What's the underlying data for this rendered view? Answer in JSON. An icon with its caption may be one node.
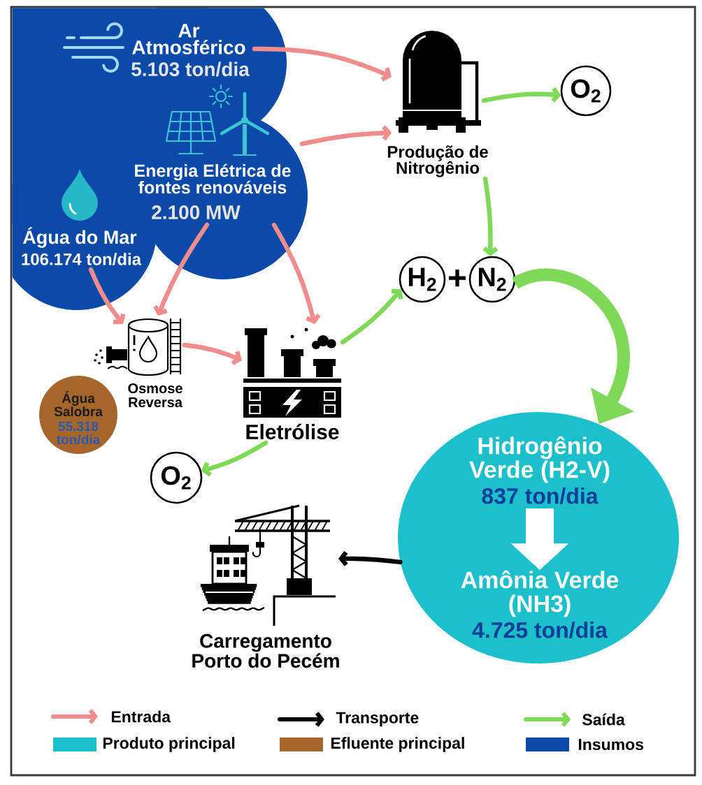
{
  "diagram": {
    "nodes": [
      {
        "text": [],
        "shape": "cloud"
      },
      {
        "text": [
          "Ar Atmosférico",
          "5.103 ton/dia"
        ],
        "in": 0
      },
      {
        "text": [
          "Energia Elétrica de fontes renováveis",
          "2.100 MW"
        ],
        "in": 0
      },
      {
        "text": [
          "Água do Mar",
          "106.174 ton/dia"
        ],
        "in": 0
      },
      {
        "text": [
          "Produção de Nitrogênio"
        ]
      },
      {
        "text": [
          "O$_{2}$"
        ]
      },
      {
        "text": [
          "H$_{2}$"
        ]
      },
      {
        "text": [
          "N$_{2}$"
        ]
      },
      {
        "text": [
          "Osmose Reversa"
        ]
      },
      {
        "text": [
          "Água Salobra",
          "55.318 ton/dia"
        ]
      },
      {
        "text": [
          "Eletrólise"
        ]
      },
      {
        "text": [
          "O$_{2}$"
        ]
      },
      {
        "text": [],
        "shape": "circle"
      },
      {
        "text": [
          "Hidrogênio Verde (H2-V)",
          "837 ton/dia"
        ],
        "in": 12
      },
      {
        "text": [
          "Amônia Verde (NH3)",
          "4.725 ton/dia"
        ],
        "in": 12
      },
      {
        "text": [
          "Carregamento Porto do Pecém"
        ]
      }
    ],
    "edges": [
      {
        "from": 1,
        "to": 4,
        "arrow": "to"
      },
      {
        "from": 2,
        "to": 4,
        "arrow": "to"
      },
      {
        "from": 2,
        "to": 8,
        "arrow": "to"
      },
      {
        "from": 2,
        "to": 10,
        "arrow": "to"
      },
      {
        "from": 3,
        "to": 8,
        "arrow": "to"
      },
      {
        "from": 8,
        "to": 10,
        "arrow": "to"
      },
      {
        "from": 4,
        "to": 5,
        "arrow": "to",
        "color": "#7ed957"
      },
      {
        "from": 4,
        "to": 7,
        "arrow": "to",
        "color": "#7ed957"
      },
      {
        "from": 10,
        "to": 6,
        "arrow": "to",
        "color": "#7ed957"
      },
      {
        "from": 10,
        "to": 11,
        "arrow": "to",
        "color": "#7ed957"
      },
      {
        "from": 7,
        "to": 12,
        "arrow": "to",
        "style": "thick",
        "color": "#7ed957"
      },
      {
        "from": 13,
        "to": 14,
        "arrow": "to",
        "style": "thick",
        "color": "#ffffff"
      },
      {
        "from": 12,
        "to": 15,
        "arrow": "to",
        "color": "#000000"
      }
    ],
    "labels": [
      "+"
    ],
    "legend": [
      {
        "text": "Entrada"
      },
      {
        "text": "Transporte"
      },
      {
        "text": "Saída"
      },
      {
        "text": "Produto principal",
        "color": "#1bc0cb"
      },
      {
        "text": "Efluente principal",
        "color": "#a6652b"
      },
      {
        "text": "Insumos",
        "color": "#0b4aa8"
      }
    ]
  }
}
